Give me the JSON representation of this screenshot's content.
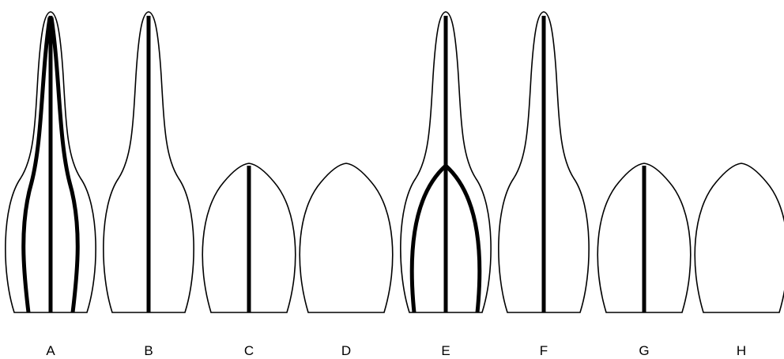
{
  "figures": [
    {
      "label": "A",
      "shape": "tall",
      "veins": [
        "midrib",
        "outer-pair"
      ]
    },
    {
      "label": "B",
      "shape": "tall",
      "veins": [
        "midrib"
      ]
    },
    {
      "label": "C",
      "shape": "short",
      "veins": [
        "midrib"
      ]
    },
    {
      "label": "D",
      "shape": "short",
      "veins": []
    },
    {
      "label": "E",
      "shape": "tall",
      "veins": [
        "midrib",
        "arch"
      ]
    },
    {
      "label": "F",
      "shape": "tall",
      "veins": [
        "midrib"
      ]
    },
    {
      "label": "G",
      "shape": "short",
      "veins": [
        "midrib"
      ]
    },
    {
      "label": "H",
      "shape": "short",
      "veins": []
    }
  ],
  "colors": {
    "stroke": "#000000",
    "background": "#ffffff"
  }
}
